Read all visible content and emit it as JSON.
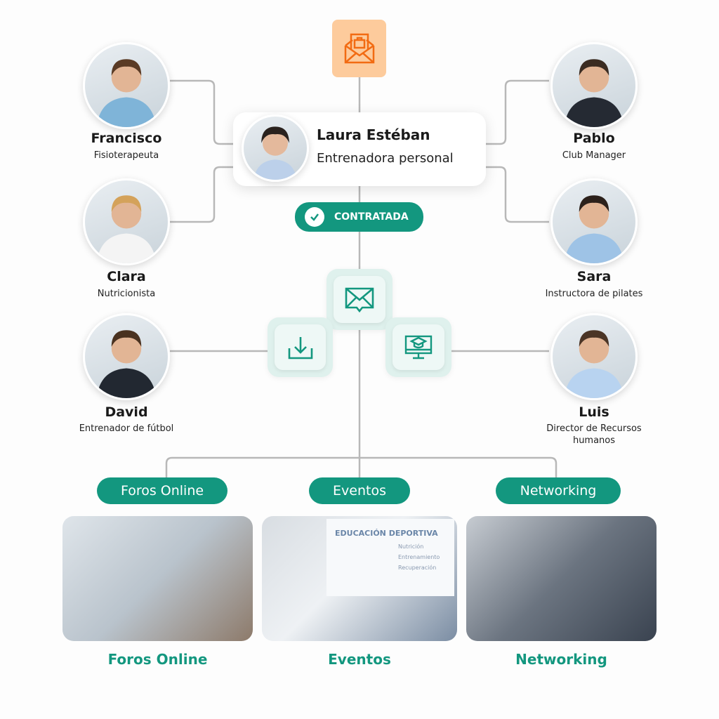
{
  "colors": {
    "accent": "#13977f",
    "orange": "#fdcb9c",
    "orange_icon": "#f26b12"
  },
  "top_icon": "envelope-briefcase-icon",
  "main": {
    "name": "Laura Estéban",
    "role": "Entrenadora personal",
    "status": "CONTRATADA"
  },
  "contacts": [
    {
      "name": "Francisco",
      "role": "Fisioterapeuta"
    },
    {
      "name": "Clara",
      "role": "Nutricionista"
    },
    {
      "name": "David",
      "role": "Entrenador de fútbol"
    },
    {
      "name": "Pablo",
      "role": "Club Manager"
    },
    {
      "name": "Sara",
      "role": "Instructora de pilates"
    },
    {
      "name": "Luis",
      "role": "Director de Recursos humanos"
    }
  ],
  "tiles": [
    "mail-chat-icon",
    "download-icon",
    "monitor-graduation-icon"
  ],
  "channels": [
    {
      "label": "Foros Online",
      "caption": "Foros Online"
    },
    {
      "label": "Eventos",
      "caption": "Eventos",
      "slide_title": "EDUCACIÓN DEPORTIVA",
      "slide_items": [
        "Nutrición",
        "Entrenamiento",
        "Recuperación"
      ]
    },
    {
      "label": "Networking",
      "caption": "Networking"
    }
  ]
}
